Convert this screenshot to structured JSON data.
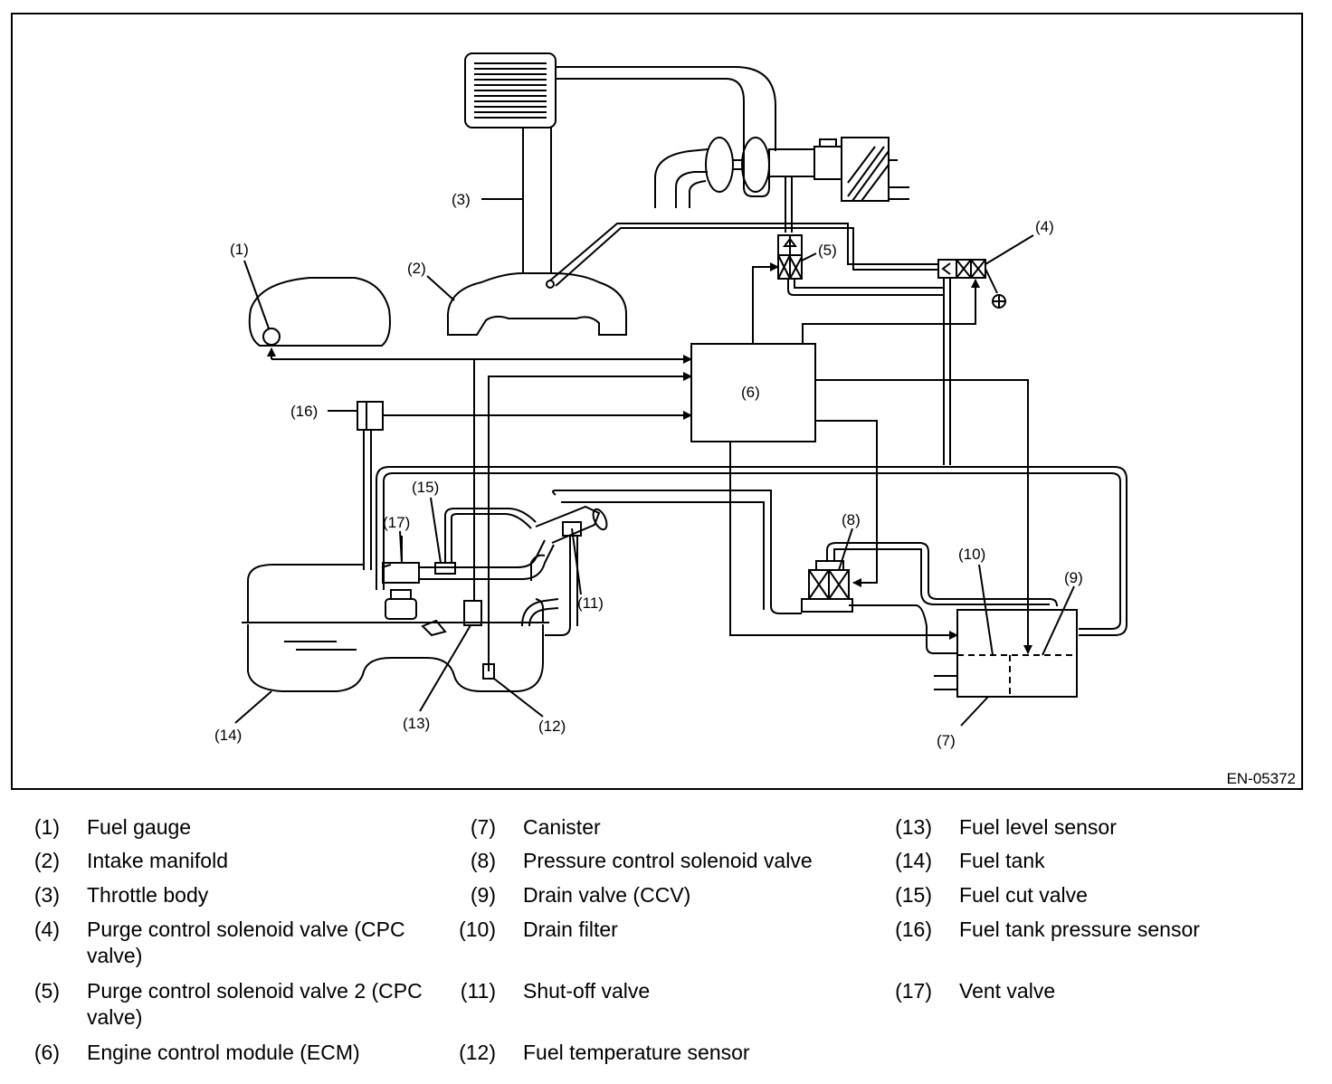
{
  "figure_code": "EN-05372",
  "callouts": {
    "c1": "(1)",
    "c2": "(2)",
    "c3": "(3)",
    "c4": "(4)",
    "c5": "(5)",
    "c6": "(6)",
    "c7": "(7)",
    "c8": "(8)",
    "c9": "(9)",
    "c10": "(10)",
    "c11": "(11)",
    "c12": "(12)",
    "c13": "(13)",
    "c14": "(14)",
    "c15": "(15)",
    "c16": "(16)",
    "c17": "(17)"
  },
  "legend": [
    {
      "num": "(1)",
      "label": "Fuel gauge"
    },
    {
      "num": "(2)",
      "label": "Intake manifold"
    },
    {
      "num": "(3)",
      "label": "Throttle body"
    },
    {
      "num": "(4)",
      "label": "Purge control solenoid valve (CPC valve)"
    },
    {
      "num": "(5)",
      "label": "Purge control solenoid valve 2 (CPC valve)"
    },
    {
      "num": "(6)",
      "label": "Engine control module (ECM)"
    },
    {
      "num": "(7)",
      "label": "Canister"
    },
    {
      "num": "(8)",
      "label": "Pressure control solenoid valve"
    },
    {
      "num": "(9)",
      "label": "Drain valve (CCV)"
    },
    {
      "num": "(10)",
      "label": "Drain filter"
    },
    {
      "num": "(11)",
      "label": "Shut-off valve"
    },
    {
      "num": "(12)",
      "label": "Fuel temperature sensor"
    },
    {
      "num": "(13)",
      "label": "Fuel level sensor"
    },
    {
      "num": "(14)",
      "label": "Fuel tank"
    },
    {
      "num": "(15)",
      "label": "Fuel cut valve"
    },
    {
      "num": "(16)",
      "label": "Fuel tank pressure sensor"
    },
    {
      "num": "(17)",
      "label": "Vent valve"
    }
  ]
}
